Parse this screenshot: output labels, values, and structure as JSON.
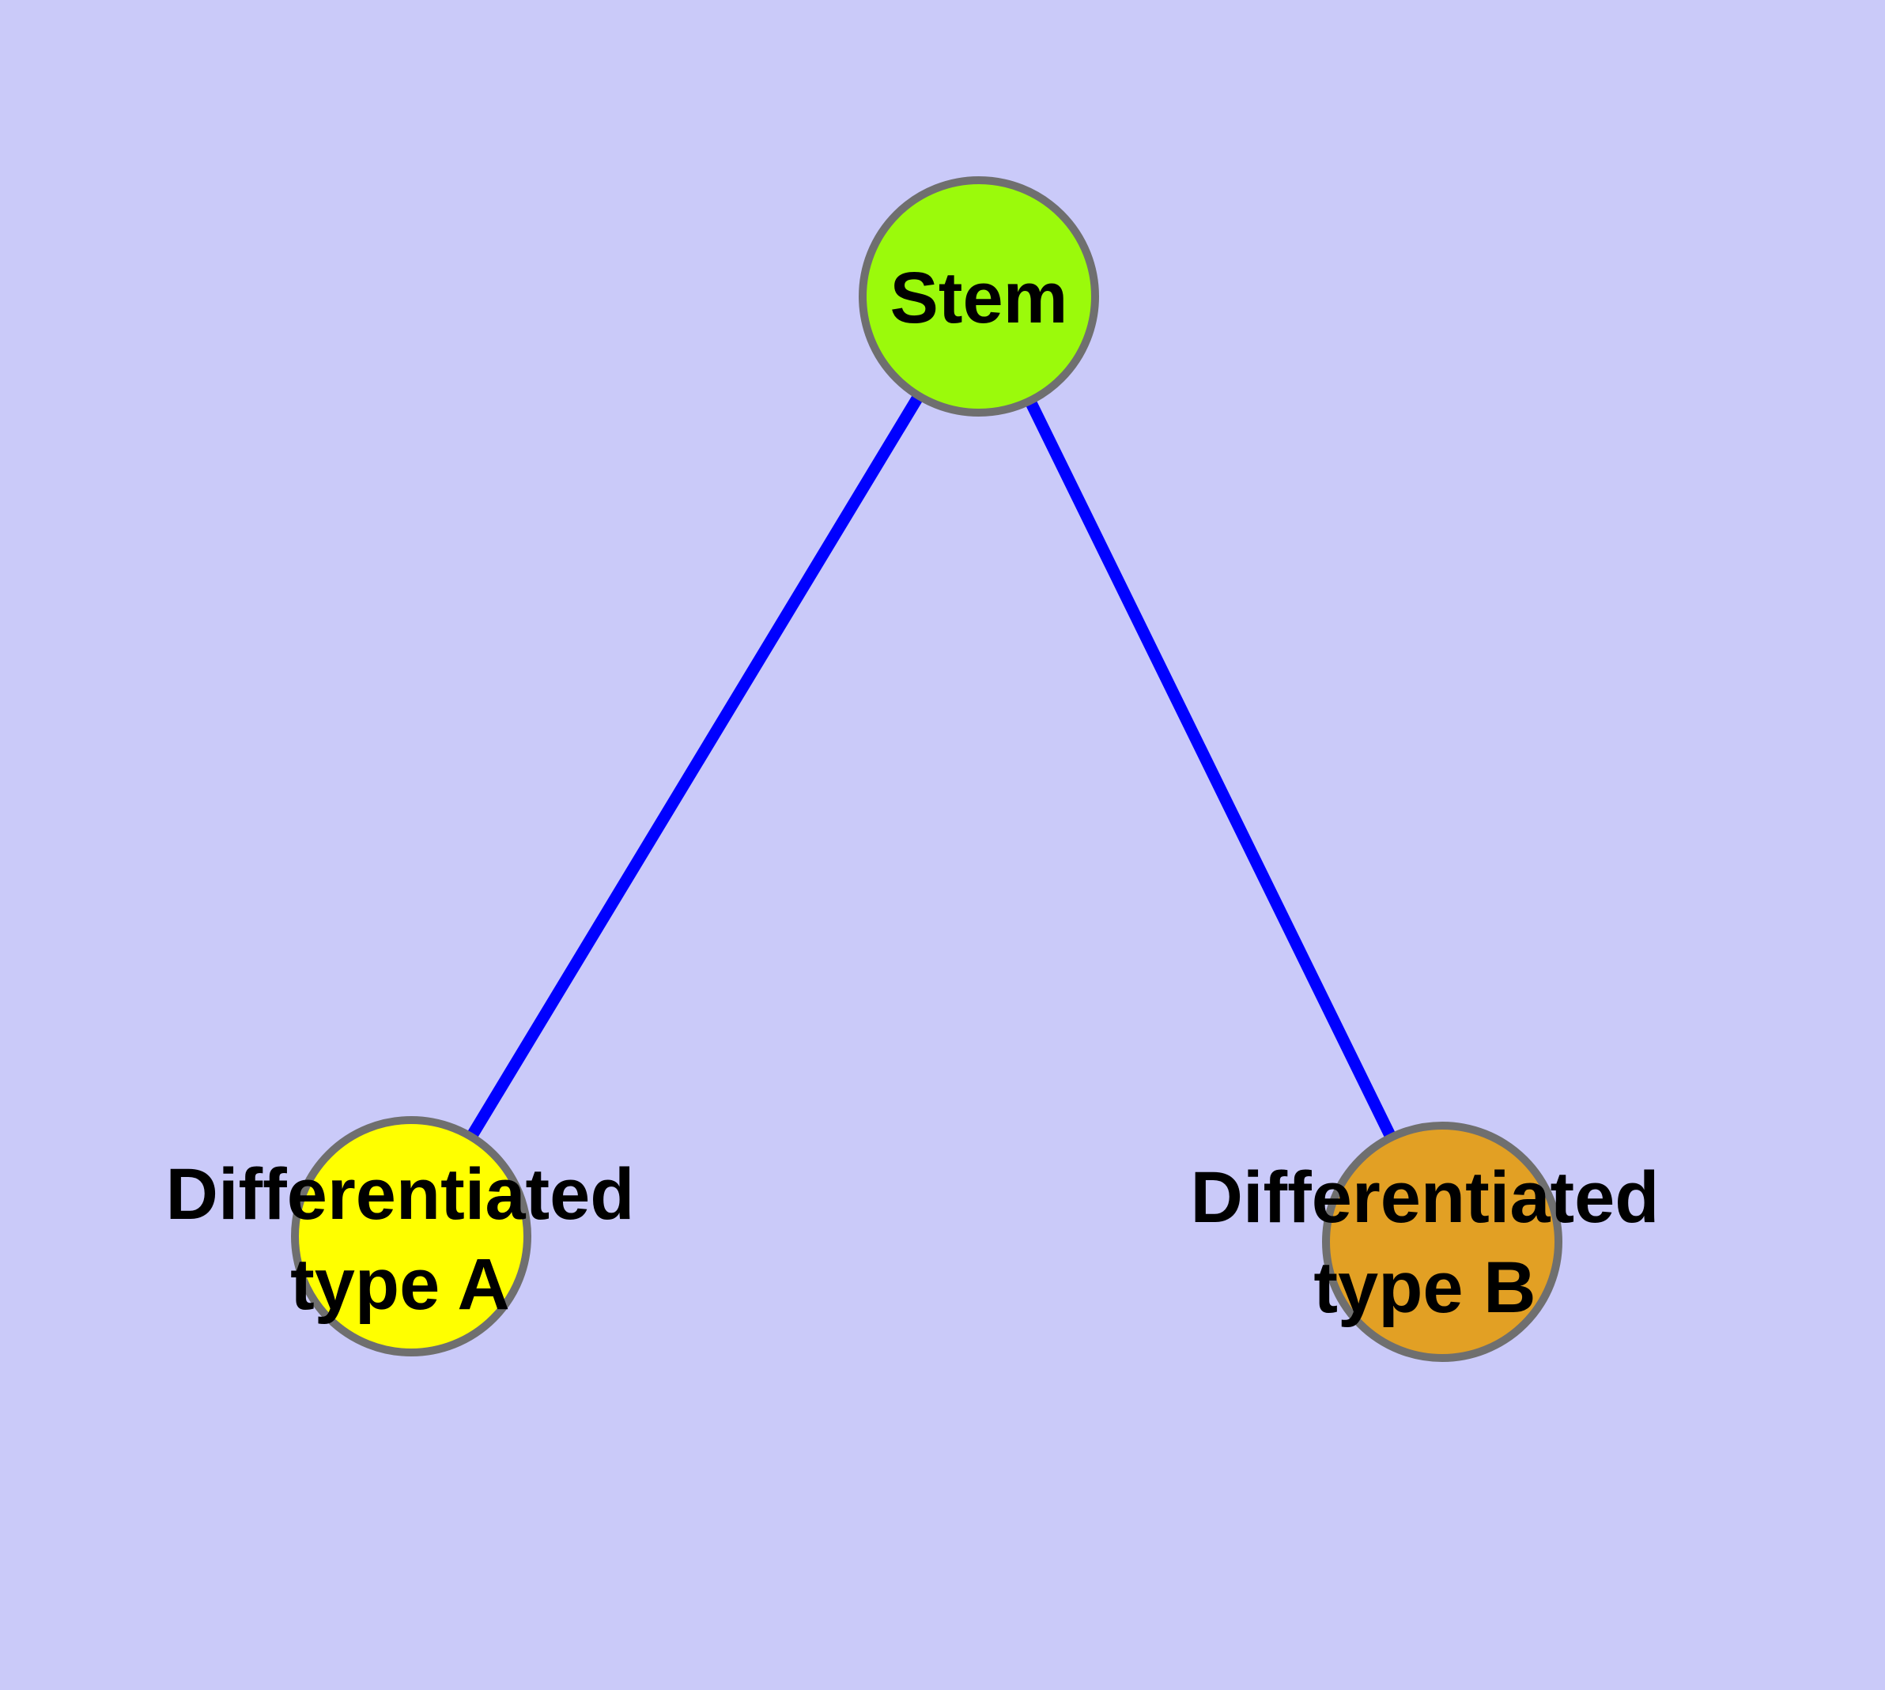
{
  "diagram": {
    "type": "node-link-graph",
    "background_color": "#CACAF9",
    "edge_color": "#0000FF",
    "node_border_color": "#6F6F6F",
    "label_color": "#000000",
    "nodes": {
      "stem": {
        "label": "Stem",
        "color": "#9BFA0B"
      },
      "type_a": {
        "label": "Differentiated\ntype A",
        "color": "#FFFF00"
      },
      "type_b": {
        "label": "Differentiated\ntype B",
        "color": "#E2A024"
      }
    },
    "edges": [
      {
        "from": "stem",
        "to": "type_a"
      },
      {
        "from": "stem",
        "to": "type_b"
      }
    ]
  }
}
